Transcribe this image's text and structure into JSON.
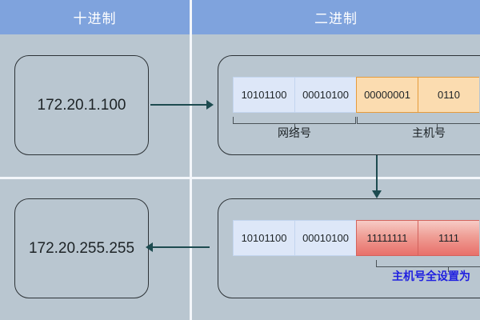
{
  "header": {
    "left_label": "十进制",
    "right_label": "二进制",
    "bg_color": "#7fa3dd",
    "text_color": "#ffffff"
  },
  "rows": [
    {
      "decimal": "172.20.1.100",
      "octets": [
        {
          "bits": "10101100",
          "kind": "net"
        },
        {
          "bits": "00010100",
          "kind": "net"
        },
        {
          "bits": "00000001",
          "kind": "host"
        },
        {
          "bits": "0110",
          "kind": "host"
        }
      ],
      "brace_labels": {
        "network": "网络号",
        "host": "主机号"
      }
    },
    {
      "decimal": "172.20.255.255",
      "octets": [
        {
          "bits": "10101100",
          "kind": "net"
        },
        {
          "bits": "00010100",
          "kind": "net"
        },
        {
          "bits": "11111111",
          "kind": "hostred"
        },
        {
          "bits": "1111",
          "kind": "hostred"
        }
      ],
      "note": "主机号全设置为"
    }
  ],
  "colors": {
    "canvas": "#b9c6d0",
    "network_octet": "#dde7f8",
    "host_octet": "#fbdcb0",
    "broadcast_octet": "#e8706a",
    "arrow": "#1d4b50",
    "note_text": "#1f1fe0"
  }
}
